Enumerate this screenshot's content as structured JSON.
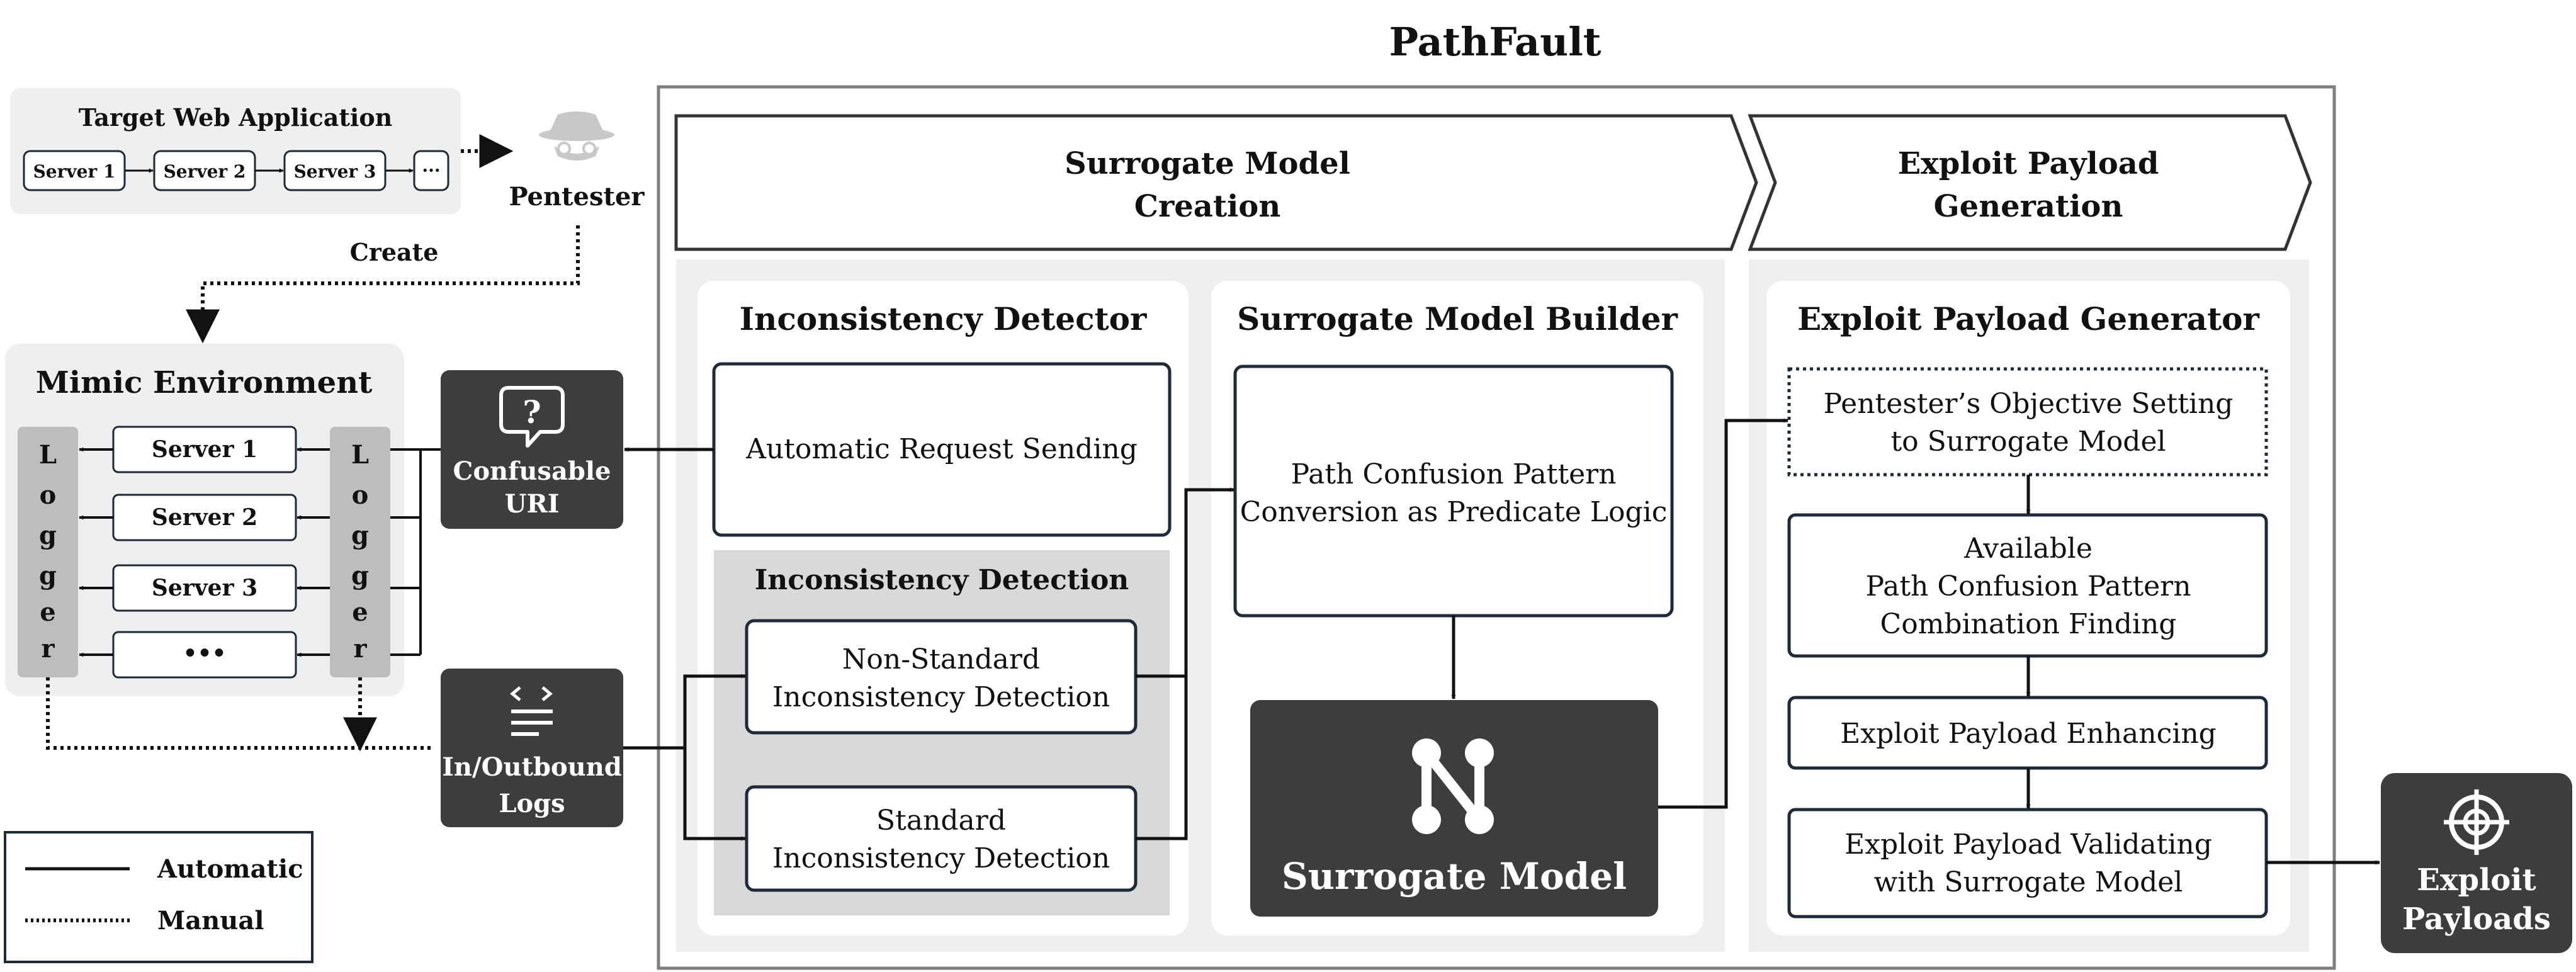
{
  "title": "PathFault",
  "target_app": {
    "title": "Target Web Application",
    "servers": [
      "Server 1",
      "Server 2",
      "Server 3",
      "···"
    ]
  },
  "pentester": {
    "label": "Pentester",
    "create_label": "Create"
  },
  "mimic": {
    "title": "Mimic Environment",
    "logger_letters": [
      "L",
      "o",
      "g",
      "g",
      "e",
      "r"
    ],
    "servers": [
      "Server 1",
      "Server 2",
      "Server 3",
      "•••"
    ]
  },
  "confusable_uri": {
    "line1": "Confusable",
    "line2": "URI"
  },
  "logs": {
    "line1": "In/Outbound",
    "line2": "Logs"
  },
  "legend": {
    "automatic": "Automatic",
    "manual": "Manual"
  },
  "phases": {
    "creation": {
      "line1": "Surrogate Model",
      "line2": "Creation"
    },
    "generation": {
      "line1": "Exploit Payload",
      "line2": "Generation"
    }
  },
  "detector": {
    "title": "Inconsistency Detector",
    "request_sending": "Automatic Request Sending",
    "detection_title": "Inconsistency Detection",
    "nonstandard": {
      "line1": "Non-Standard",
      "line2": "Inconsistency Detection"
    },
    "standard": {
      "line1": "Standard",
      "line2": "Inconsistency Detection"
    }
  },
  "builder": {
    "title": "Surrogate Model Builder",
    "conversion": {
      "line1": "Path Confusion Pattern",
      "line2": "Conversion as Predicate Logic"
    },
    "model_label": "Surrogate Model"
  },
  "generator": {
    "title": "Exploit Payload Generator",
    "objective": {
      "line1": "Pentester’s Objective Setting",
      "line2": "to Surrogate Model"
    },
    "available": {
      "line1": "Available",
      "line2": "Path Confusion Pattern",
      "line3": "Combination Finding"
    },
    "enhancing": "Exploit Payload Enhancing",
    "validating": {
      "line1": "Exploit Payload Validating",
      "line2": "with Surrogate Model"
    }
  },
  "exploit_payloads": {
    "line1": "Exploit",
    "line2": "Payloads"
  },
  "icons": {
    "pentester": "spy-hat-icon",
    "confusable": "question-bubble-icon",
    "logs": "code-lines-icon",
    "surrogate": "network-n-icon",
    "exploit": "crosshair-icon"
  },
  "colors": {
    "dark_box": "#3d3d3d",
    "light_panel": "#efefef",
    "logger": "#bdbdbd",
    "detection_panel": "#d9d9d9",
    "box_border": "#1c2a3a"
  }
}
